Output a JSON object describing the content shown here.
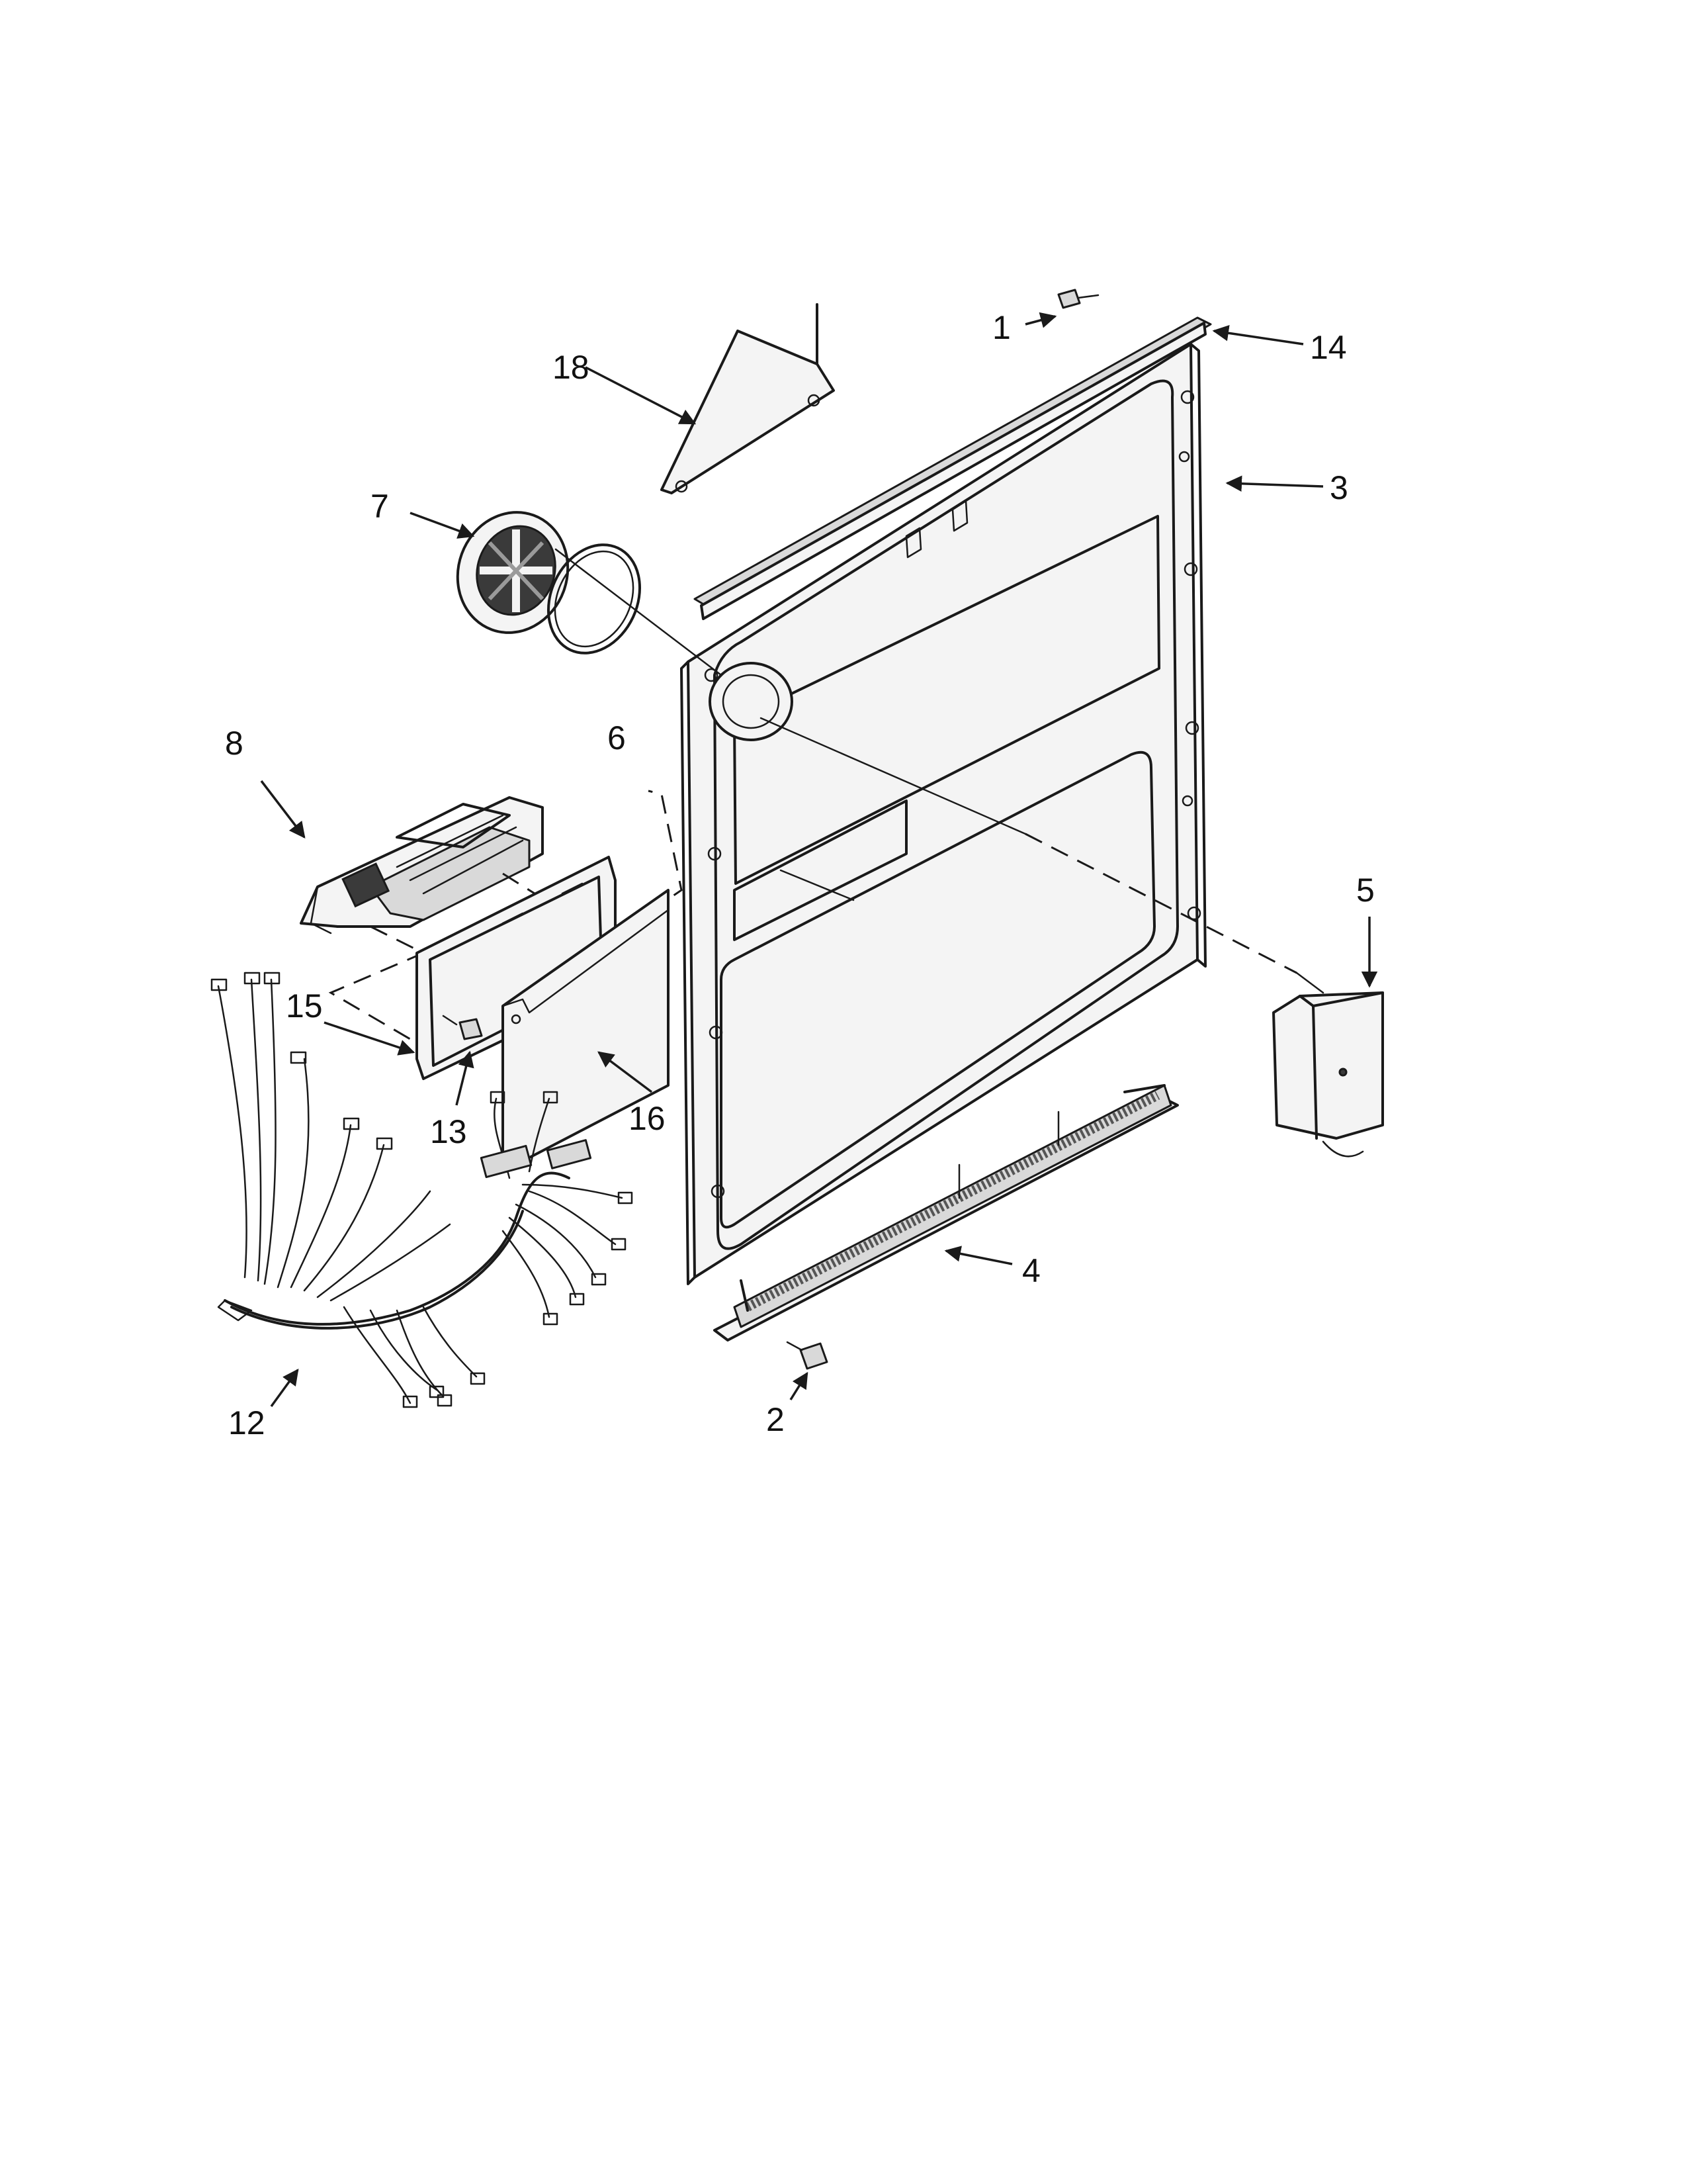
{
  "diagram": {
    "part_numbers": [
      "1",
      "2",
      "3",
      "4",
      "5",
      "6",
      "7",
      "8",
      "12",
      "13",
      "14",
      "15",
      "16",
      "18"
    ],
    "line_color": "#1a1a1a",
    "background": "#ffffff"
  }
}
